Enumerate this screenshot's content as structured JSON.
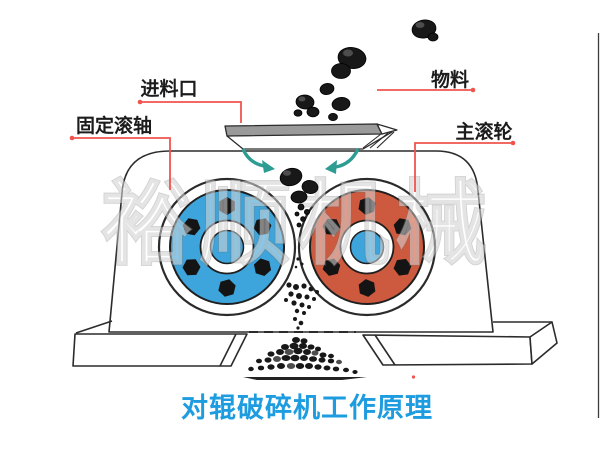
{
  "diagram": {
    "title": "对辊破碎机工作原理",
    "watermark": "裕顺机械",
    "labels": {
      "feed_inlet": "进料口",
      "material": "物料",
      "fixed_roller": "固定滚轴",
      "main_roller": "主滚轮"
    }
  },
  "colors": {
    "roller_blue": "#3da4dc",
    "roller_red": "#cd5a3e",
    "hub_blue": "#3da4dc",
    "arrow_teal": "#2d9c92",
    "callout_red": "#f0544e",
    "title_blue": "#1e9ce0",
    "label_black": "#1c1c1c",
    "outline": "#2b2b2b",
    "hopper_gray": "#9a9a9a",
    "coal_black": "#181818",
    "coal_highlight": "#4d4d4d"
  }
}
